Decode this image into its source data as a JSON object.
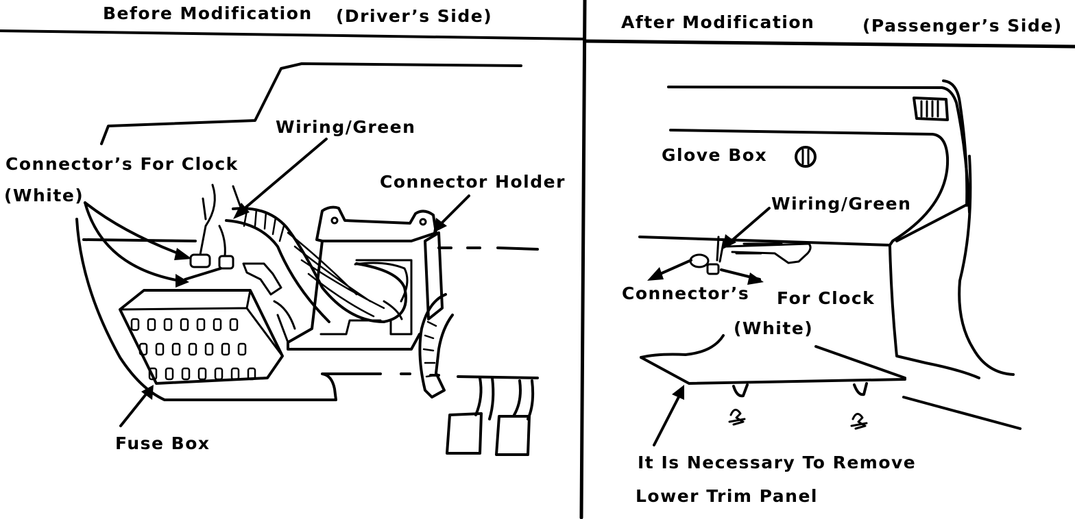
{
  "panels": {
    "before": {
      "heading": "Before Modification",
      "side": "(Driver’s Side)",
      "labels": {
        "wiring": "Wiring/Green",
        "connectors": "Connector’s For Clock",
        "connectors_color": "(White)",
        "connector_holder": "Connector Holder",
        "fuse_box": "Fuse Box"
      }
    },
    "after": {
      "heading": "After Modification",
      "side": "(Passenger’s Side)",
      "labels": {
        "glove_box": "Glove Box",
        "wiring": "Wiring/Green",
        "connectors": "Connector’s",
        "connectors_suffix": "For Clock",
        "connectors_color": "(White)",
        "note_line1": "It Is Necessary To Remove",
        "note_line2": "Lower Trim Panel"
      }
    }
  },
  "colors": {
    "ink": "#000000",
    "paper": "#ffffff"
  }
}
